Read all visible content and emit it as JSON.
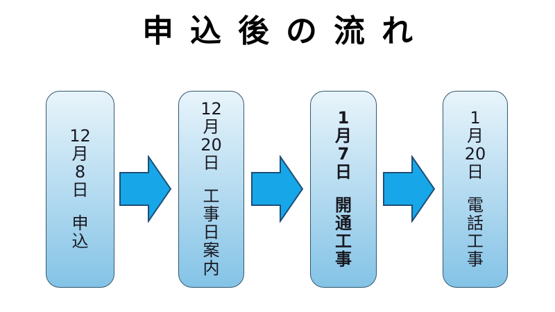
{
  "title": "申込後の流れ",
  "colors": {
    "page_bg": "#ffffff",
    "title_color": "#000000",
    "text_color": "#17171f",
    "box_top": "#e8f4fb",
    "box_bottom": "#84c3e6",
    "box_border": "#31566b",
    "arrow_fill": "#17a7e8",
    "arrow_stroke": "#1d4e77"
  },
  "steps": [
    {
      "date": "12\n月\n8\n日",
      "label": "申\n込",
      "emphasis": false
    },
    {
      "date": "12\n月\n20\n日",
      "label": "工\n事\n日\n案\n内",
      "emphasis": false
    },
    {
      "date": "1\n月\n7\n日",
      "label": "開\n通\n工\n事",
      "emphasis": true
    },
    {
      "date": "1\n月\n20\n日",
      "label": "電\n話\n工\n事",
      "emphasis": false
    }
  ]
}
